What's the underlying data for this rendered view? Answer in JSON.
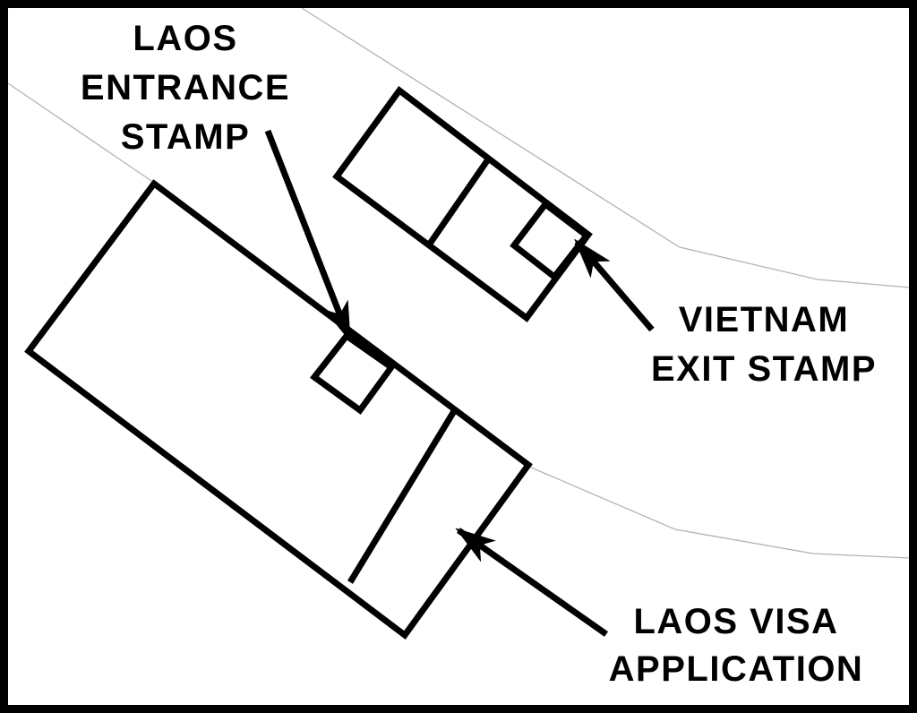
{
  "page": {
    "background": "#ffffff"
  },
  "colors": {
    "ink": "#000000",
    "road": "#b3b3b3"
  },
  "labels": {
    "laos_entrance": {
      "lines": [
        "LAOS",
        "ENTRANCE",
        "STAMP"
      ]
    },
    "vietnam_exit": {
      "lines": [
        "VIETNAM",
        "EXIT STAMP"
      ]
    },
    "laos_visa": {
      "lines": [
        "LAOS VISA",
        "APPLICATION"
      ]
    }
  }
}
